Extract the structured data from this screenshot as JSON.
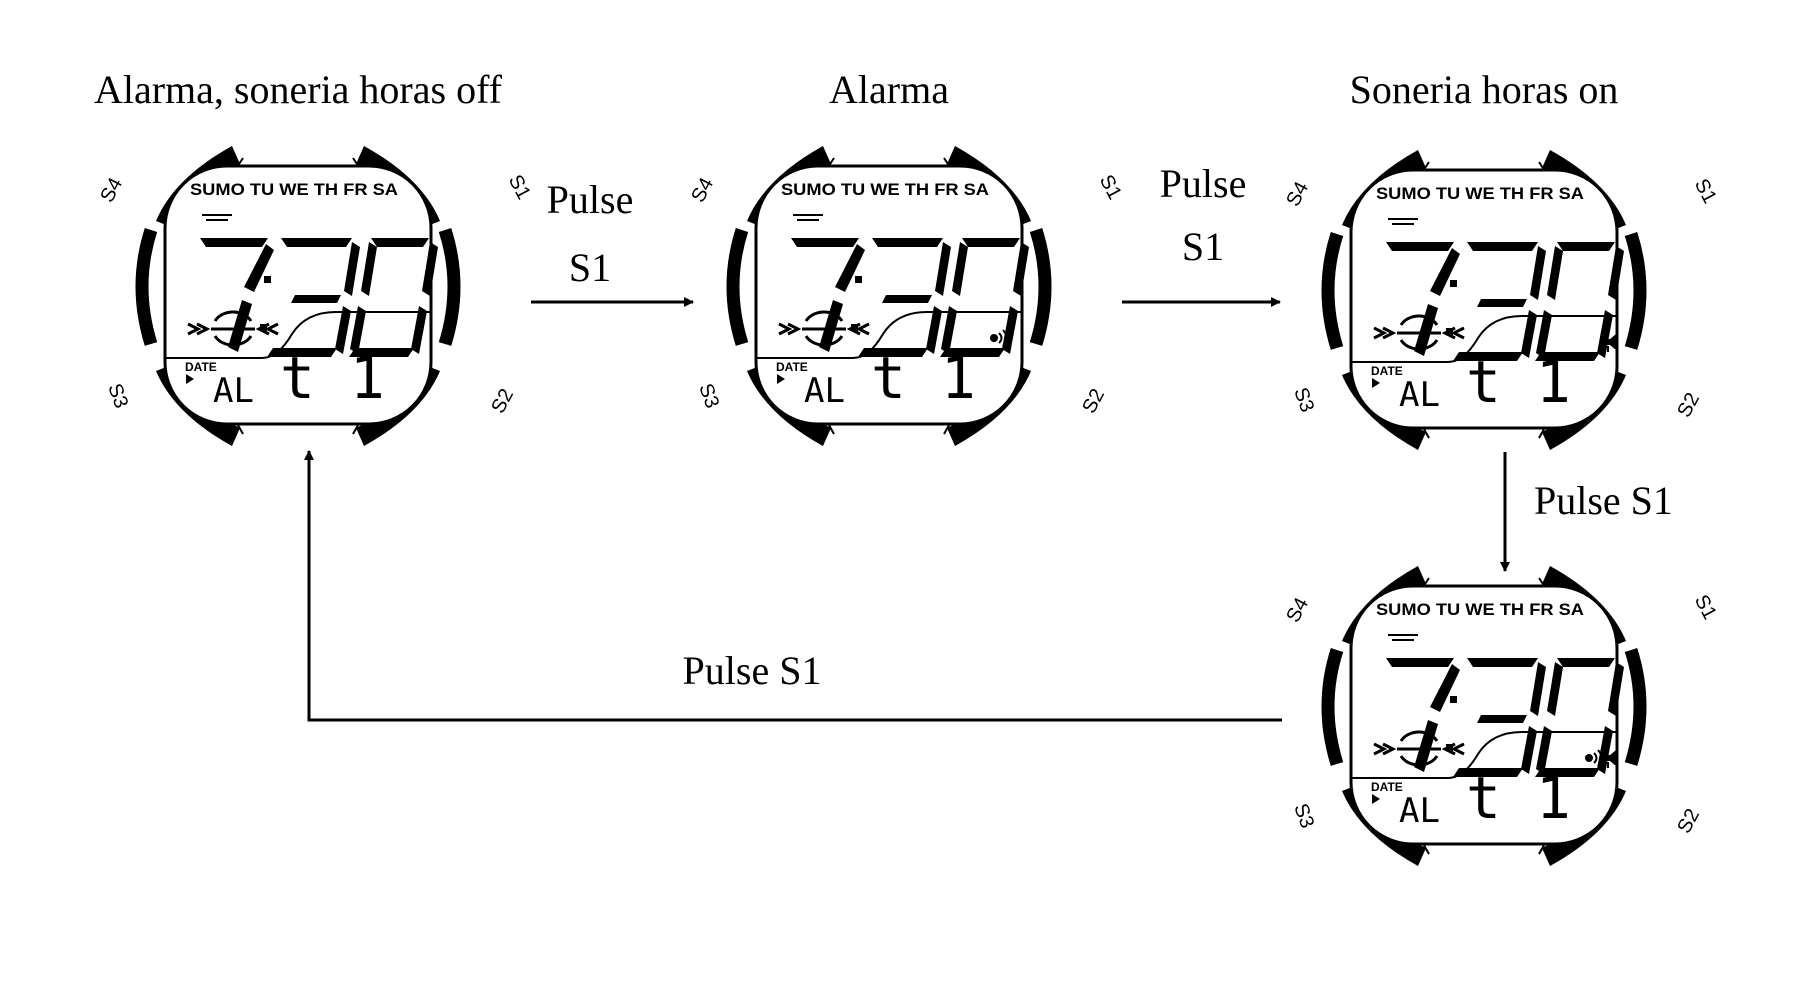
{
  "captions": {
    "state_off": "Alarma, soneria horas off",
    "state_alarm": "Alarma",
    "state_chime": "Soneria horas on"
  },
  "transitions": {
    "a_line1": "Pulse",
    "a_line2": "S1",
    "b_line1": "Pulse",
    "b_line2": "S1",
    "c": "Pulse S1",
    "d": "Pulse S1"
  },
  "watch": {
    "button_labels": {
      "s1": "S1",
      "s2": "S2",
      "s3": "S3",
      "s4": "S4"
    },
    "weekdays": "SUMO TU WE TH FR SA",
    "time": "7:30",
    "date_label": "DATE",
    "mode_text": "AL",
    "alarm_number": "t 1"
  },
  "indicators": {
    "watch1": {
      "alarm": false,
      "chime": false
    },
    "watch2": {
      "alarm": true,
      "chime": false
    },
    "watch3": {
      "alarm": false,
      "chime": true
    },
    "watch4": {
      "alarm": true,
      "chime": true
    }
  },
  "colors": {
    "ink": "#000000",
    "paper": "#ffffff"
  }
}
